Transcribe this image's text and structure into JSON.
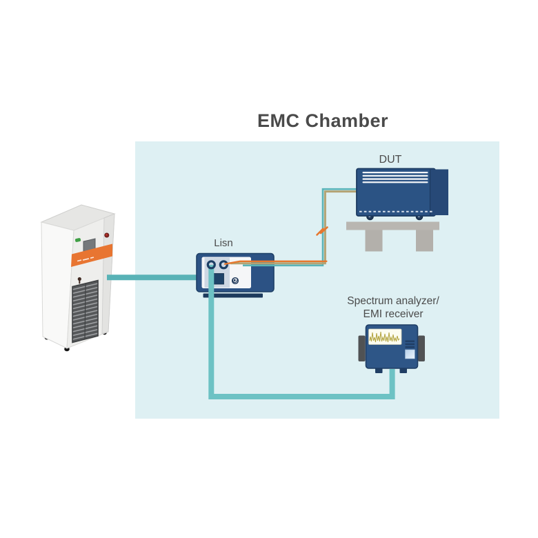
{
  "title": "EMC Chamber",
  "labels": {
    "dut": "DUT",
    "lisn": "Lisn",
    "analyzer_line1": "Spectrum analyzer/",
    "analyzer_line2": "EMI receiver"
  },
  "connections": [
    {
      "from": "power-cabinet",
      "to": "lisn",
      "style": "teal-power-line"
    },
    {
      "from": "lisn",
      "to": "dut",
      "style": "two-tone-power-cable",
      "marker": "emi-noise-zigzag"
    },
    {
      "from": "lisn",
      "to": "spectrum-analyzer",
      "style": "teal-measurement-line"
    }
  ],
  "colors": {
    "chamber_bg": "#def0f3",
    "device_blue": "#2b5384",
    "teal_line": "#58b2b6",
    "teal_line_light": "#6dc2c4",
    "tan_wire": "#b3a374",
    "orange_wire": "#e6772e",
    "cabinet_band_orange": "#e87531",
    "table_gray": "#b9b6b1",
    "text": "#4a4a4a"
  }
}
